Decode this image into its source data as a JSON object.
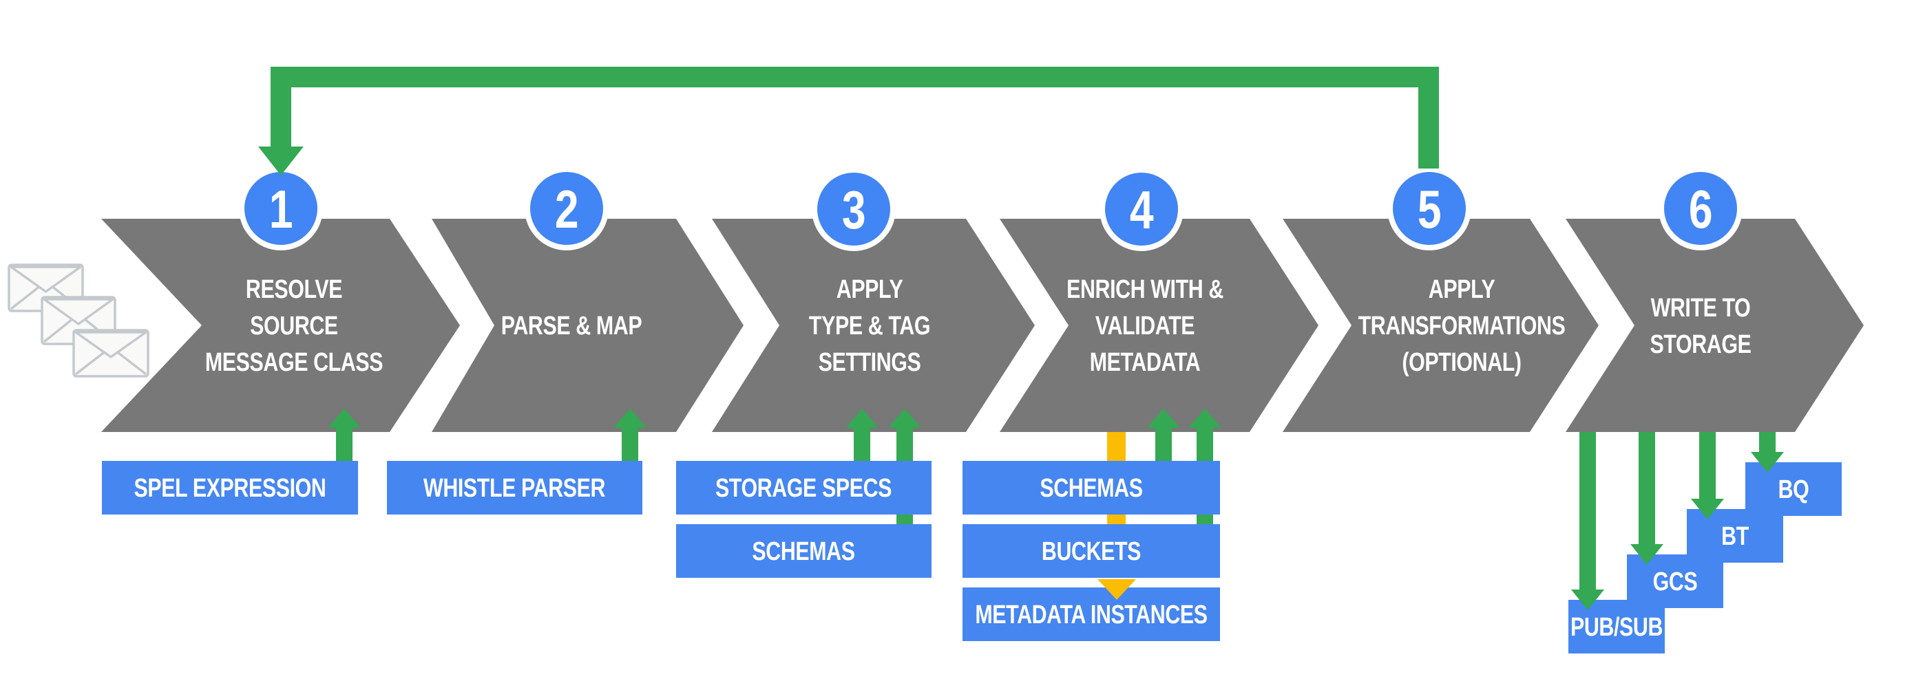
{
  "colors": {
    "chevron_gray": "#787878",
    "circle_blue": "#4285F4",
    "label_box_blue": "#4686F0",
    "arrow_green": "#34A853",
    "arrow_yellow": "#FBBC04",
    "envelope_stroke": "#C4C9CE",
    "text_white": "#FFFFFF"
  },
  "icons": {
    "input_messages_icon": "envelope-icon",
    "input_messages_count": 3
  },
  "feedback_loop": {
    "from_step": "5",
    "to_step": "1"
  },
  "pipeline": {
    "steps": [
      {
        "number": "1",
        "title_lines": [
          "RESOLVE",
          "SOURCE",
          "MESSAGE CLASS"
        ],
        "below_labels": [
          "SPEL EXPRESSION"
        ]
      },
      {
        "number": "2",
        "title_lines": [
          "PARSE & MAP"
        ],
        "below_labels": [
          "WHISTLE PARSER"
        ]
      },
      {
        "number": "3",
        "title_lines": [
          "APPLY",
          "TYPE & TAG",
          "SETTINGS"
        ],
        "below_labels": [
          "STORAGE SPECS",
          "SCHEMAS"
        ]
      },
      {
        "number": "4",
        "title_lines": [
          "ENRICH WITH &",
          "VALIDATE",
          "METADATA"
        ],
        "below_labels": [
          "SCHEMAS",
          "BUCKETS",
          "METADATA INSTANCES"
        ]
      },
      {
        "number": "5",
        "title_lines": [
          "APPLY",
          "TRANSFORMATIONS",
          "(OPTIONAL)"
        ],
        "below_labels": []
      },
      {
        "number": "6",
        "title_lines": [
          "WRITE TO",
          "STORAGE"
        ],
        "below_labels": [
          "PUB/SUB",
          "GCS",
          "BT",
          "BQ"
        ]
      }
    ]
  }
}
